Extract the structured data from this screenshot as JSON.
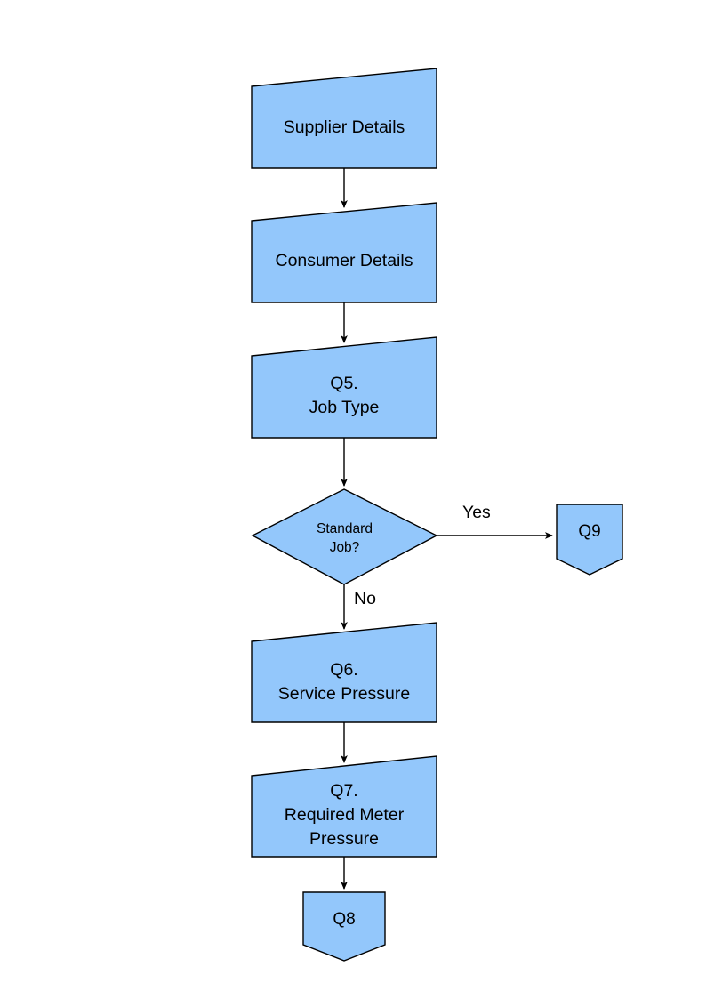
{
  "diagram": {
    "title": "Gas Job Questionnaire Flowchart",
    "background_color": "#ffffff",
    "shape_fill_color": "#93C7FB",
    "shape_stroke_color": "#000000",
    "connector_color": "#000000",
    "nodes": [
      {
        "id": "supplier-details",
        "label": "Supplier Details",
        "shape": "skewed-process",
        "lines": [
          "Supplier Details"
        ]
      },
      {
        "id": "consumer-details",
        "label": "Consumer Details",
        "shape": "skewed-process",
        "lines": [
          "Consumer Details"
        ]
      },
      {
        "id": "q5-job-type",
        "label": "Q5. Job Type",
        "shape": "skewed-process",
        "lines": [
          "Q5.",
          "Job Type"
        ]
      },
      {
        "id": "standard-job-decision",
        "label": "Standard Job?",
        "shape": "diamond",
        "lines": [
          "Standard",
          "Job?"
        ]
      },
      {
        "id": "q9",
        "label": "Q9",
        "shape": "pentagon-down",
        "lines": [
          "Q9"
        ]
      },
      {
        "id": "q6-service-pressure",
        "label": "Q6. Service Pressure",
        "shape": "skewed-process",
        "lines": [
          "Q6.",
          "Service Pressure"
        ]
      },
      {
        "id": "q7-required-meter-pressure",
        "label": "Q7. Required Meter Pressure",
        "shape": "skewed-process",
        "lines": [
          "Q7.",
          "Required Meter",
          "Pressure"
        ]
      },
      {
        "id": "q8",
        "label": "Q8",
        "shape": "pentagon-down",
        "lines": [
          "Q8"
        ]
      }
    ],
    "edges": [
      {
        "id": "e1",
        "from": "supplier-details",
        "to": "consumer-details",
        "label": ""
      },
      {
        "id": "e2",
        "from": "consumer-details",
        "to": "q5-job-type",
        "label": ""
      },
      {
        "id": "e3",
        "from": "q5-job-type",
        "to": "standard-job-decision",
        "label": ""
      },
      {
        "id": "e4",
        "from": "standard-job-decision",
        "to": "q9",
        "label": "Yes"
      },
      {
        "id": "e5",
        "from": "standard-job-decision",
        "to": "q6-service-pressure",
        "label": "No"
      },
      {
        "id": "e6",
        "from": "q6-service-pressure",
        "to": "q7-required-meter-pressure",
        "label": ""
      },
      {
        "id": "e7",
        "from": "q7-required-meter-pressure",
        "to": "q8",
        "label": ""
      }
    ],
    "text": {
      "supplier_details": "Supplier Details",
      "consumer_details": "Consumer Details",
      "q5_line1": "Q5.",
      "q5_line2": "Job Type",
      "decision_line1": "Standard",
      "decision_line2": "Job?",
      "q9": "Q9",
      "q6_line1": "Q6.",
      "q6_line2": "Service Pressure",
      "q7_line1": "Q7.",
      "q7_line2": "Required Meter",
      "q7_line3": "Pressure",
      "q8": "Q8",
      "yes_label": "Yes",
      "no_label": "No"
    }
  }
}
